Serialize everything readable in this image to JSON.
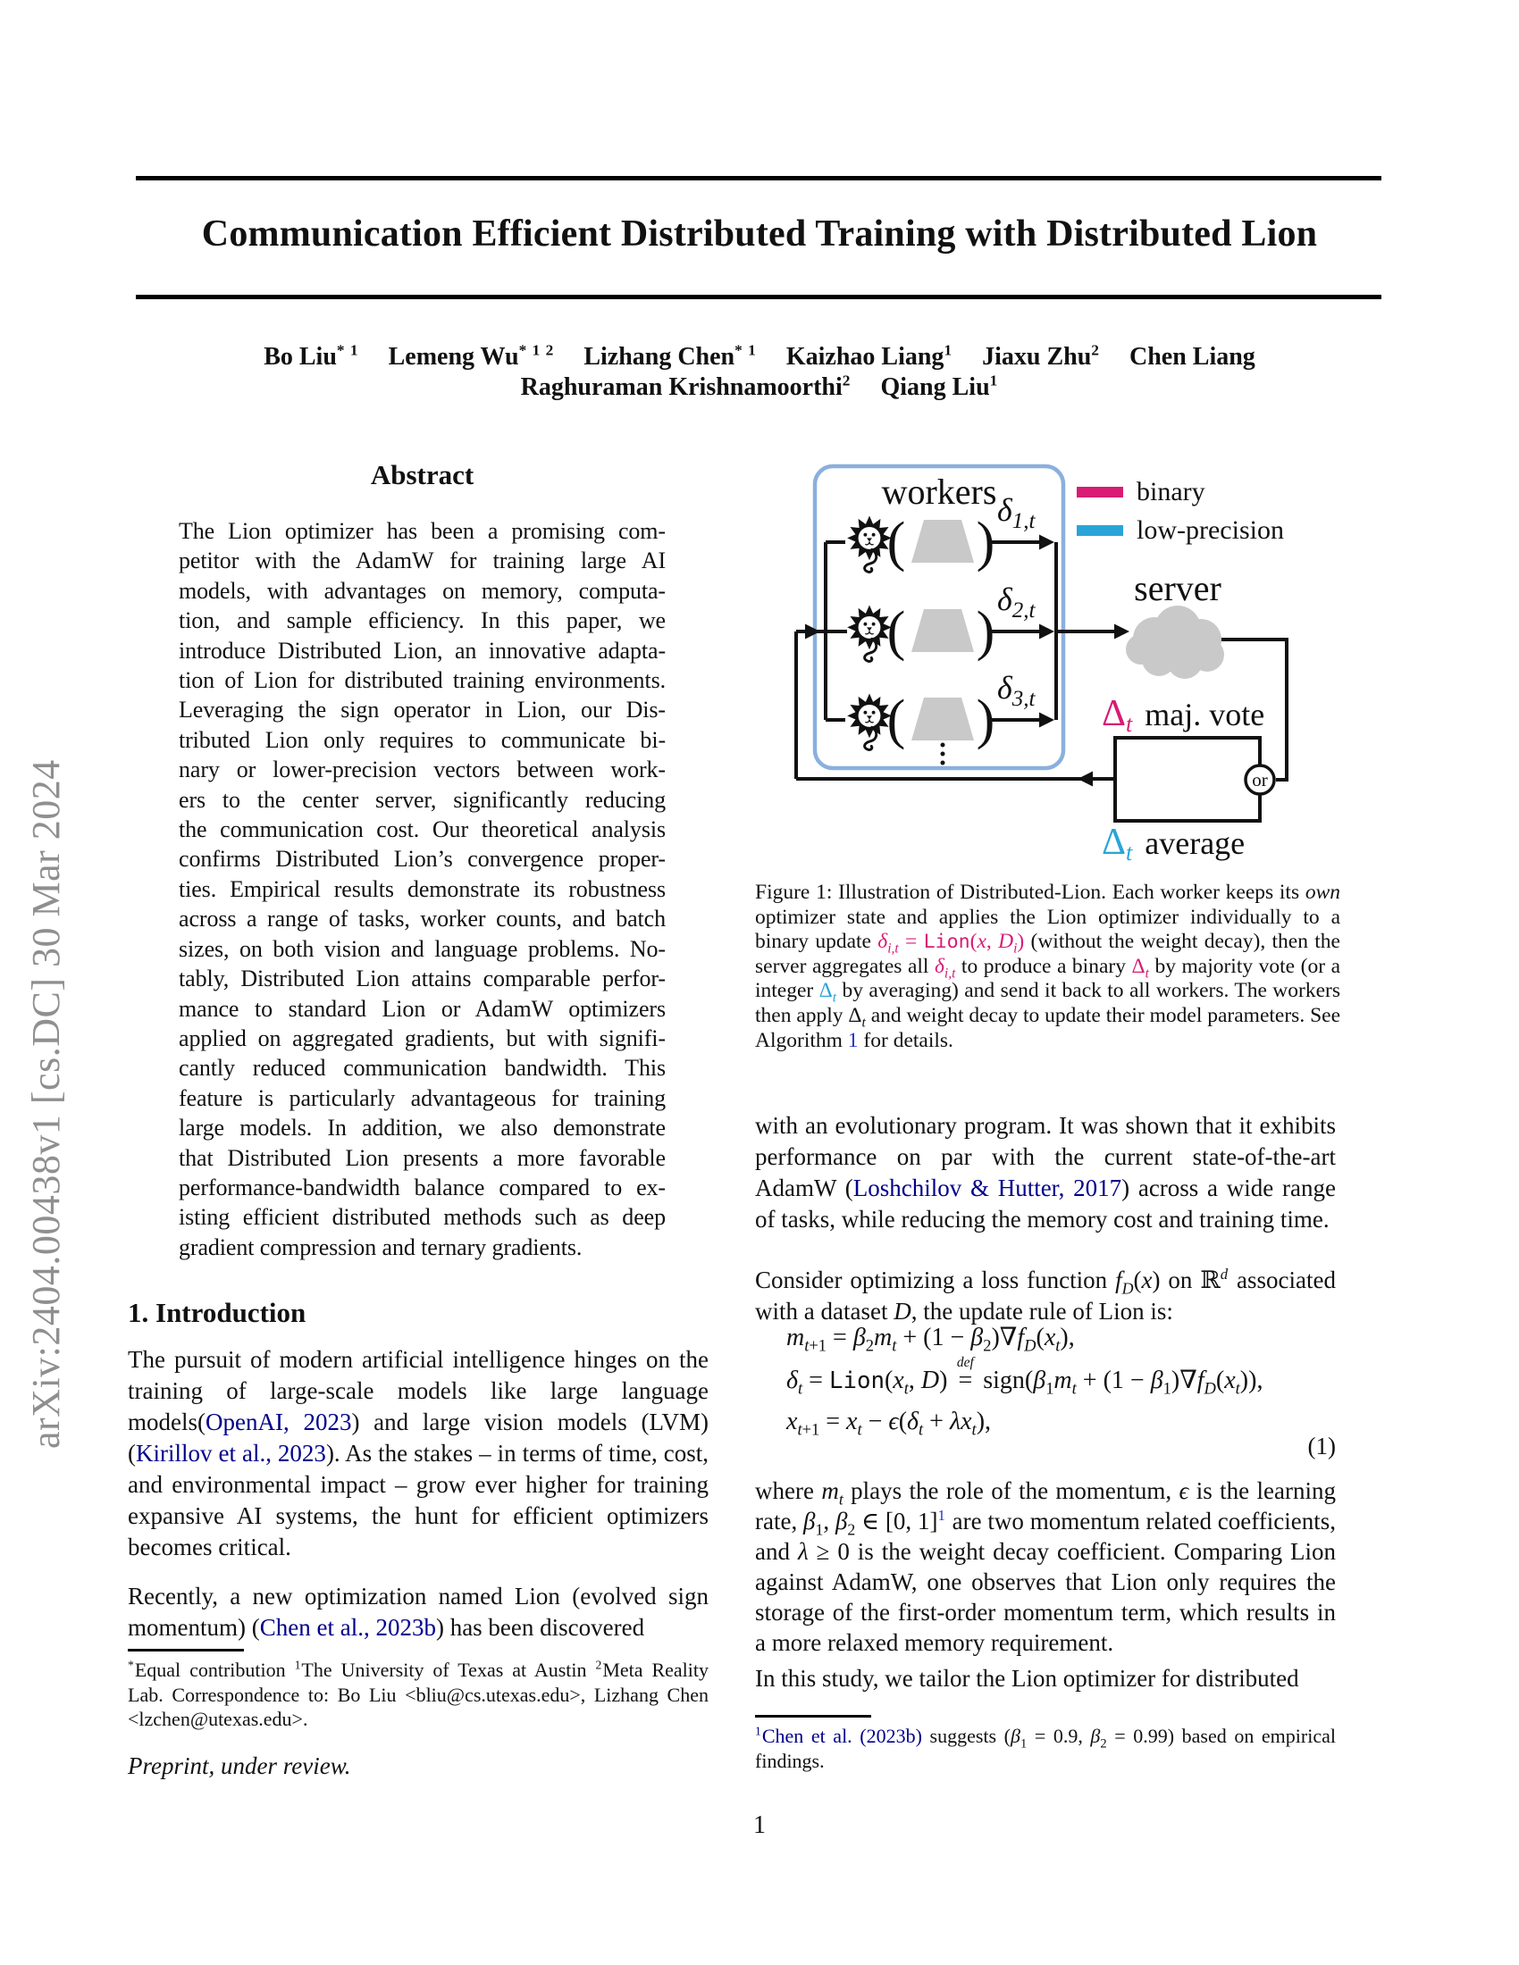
{
  "arxiv_sidebar": "arXiv:2404.00438v1  [cs.DC]  30 Mar 2024",
  "title": "Communication Efficient Distributed Training with Distributed Lion",
  "authors": [
    {
      "name": "Bo Liu",
      "sup": "* 1"
    },
    {
      "name": "Lemeng Wu",
      "sup": "* 1 2"
    },
    {
      "name": "Lizhang Chen",
      "sup": "* 1"
    },
    {
      "name": "Kaizhao Liang",
      "sup": "1"
    },
    {
      "name": "Jiaxu Zhu",
      "sup": "2"
    },
    {
      "name": "Chen Liang",
      "sup": ""
    },
    {
      "name": "Raghuraman Krishnamoorthi",
      "sup": "2"
    },
    {
      "name": "Qiang Liu",
      "sup": "1"
    }
  ],
  "abstract": {
    "heading": "Abstract",
    "lines": [
      "The Lion optimizer has been a promising com-",
      "petitor with the AdamW for training large AI",
      "models, with advantages on memory, computa-",
      "tion, and sample efficiency.  In this paper, we",
      "introduce Distributed Lion, an innovative adapta-",
      "tion of Lion for distributed training environments.",
      "Leveraging the sign operator in Lion, our Dis-",
      "tributed Lion only requires to communicate bi-",
      "nary or lower-precision vectors between work-",
      "ers to the center server, significantly reducing",
      "the communication cost. Our theoretical analysis",
      "confirms Distributed Lion’s convergence proper-",
      "ties. Empirical results demonstrate its robustness",
      "across a range of tasks, worker counts, and batch",
      "sizes, on both vision and language problems. No-",
      "tably, Distributed Lion attains comparable perfor-",
      "mance to standard Lion or AdamW optimizers",
      "applied on aggregated gradients, but with signifi-",
      "cantly reduced communication bandwidth. This",
      "feature is particularly advantageous for training",
      "large models.  In addition, we also demonstrate",
      "that Distributed Lion presents a more favorable",
      "performance-bandwidth balance compared to ex-",
      "isting efficient distributed methods such as deep",
      "gradient compression and ternary gradients."
    ]
  },
  "figure": {
    "workers_label": "workers",
    "server_label": "server",
    "or_label": "or",
    "legend": [
      {
        "label": "binary",
        "color": "#d81b74"
      },
      {
        "label": "low-precision",
        "color": "#29a4d9"
      }
    ],
    "deltas": [
      {
        "sym": "δ",
        "sub": "1,t"
      },
      {
        "sym": "δ",
        "sub": "2,t"
      },
      {
        "sym": "δ",
        "sub": "3,t"
      }
    ],
    "maj_vote": {
      "sym": "Δ",
      "sub": "t",
      "label": "maj. vote"
    },
    "average": {
      "sym": "Δ",
      "sub": "t",
      "label": "average"
    },
    "caption_html": "Figure 1: Illustration of Distributed-Lion. Each worker keeps its <i>own</i> optimizer state and applies the Lion optimizer individually to a binary update <span class=\"mag\"><i>δ<sub>i,t</sub></i> = <span class=\"tt\">Lion</span>(<i>x</i>, <i>D<sub>i</sub></i>)</span> (without the weight decay), then the server aggregates all <span class=\"mag\"><i>δ<sub>i,t</sub></i></span> to produce a binary <span class=\"mag\">Δ<i><sub>t</sub></i></span> by majority vote (or a integer <span class=\"cyan\">Δ<i><sub>t</sub></i></span> by averaging) and send it back to all workers. The workers then apply Δ<i><sub>t</sub></i> and weight decay to update their model parameters. See Algorithm <span class=\"ref\" data-name=\"algorithm-1-link\" data-interactable=\"true\">1</span> for details."
  },
  "introduction": {
    "heading": "1. Introduction",
    "para1_html": "The pursuit of modern artificial intelligence hinges on the training of large-scale models like large language models(<span class=\"cite\" data-name=\"citation-openai-2023\" data-interactable=\"true\">OpenAI, 2023</span>) and large vision models (LVM)(<span class=\"cite\" data-name=\"citation-kirillov-2023\" data-interactable=\"true\">Kirillov et al., 2023</span>).  As the stakes – in terms of time, cost, and environmental impact – grow ever higher for training expansive AI systems, the hunt for efficient optimizers becomes critical.",
    "para2_html": "Recently, a new optimization named Lion (evolved sign momentum) (<span class=\"cite\" data-name=\"citation-chen-2023b\" data-interactable=\"true\">Chen et al., 2023b</span>) has been discovered"
  },
  "right_column": {
    "para1_html": "with an evolutionary program.  It was shown that it exhibits performance on par with the current state-of-the-art AdamW (<span class=\"cite\" data-name=\"citation-loshchilov-hutter\" data-interactable=\"true\">Loshchilov &amp; Hutter, 2017</span>) across a wide range of tasks, while reducing the memory cost and training time.",
    "para2_html": "Consider optimizing a loss function <i>f</i><sub><i>D</i></sub>(<i>x</i>) on ℝ<sup><i>d</i></sup> associated with a dataset <i>D</i>, the update rule of Lion is:",
    "eq1_html": "<i>m</i><sub><i>t</i>+1</sub> = <i>β</i><sub>2</sub><i>m</i><sub><i>t</i></sub> + (1 − <i>β</i><sub>2</sub>)∇<i>f</i><sub><i>D</i></sub>(<i>x</i><sub><i>t</i></sub>),",
    "eq2_html": "<i>δ</i><sub><i>t</i></sub> = <span class=\"tt\">Lion</span>(<i>x</i><sub><i>t</i></sub>, <i>D</i>) <span class=\"defeq\"><span class=\"def\">def</span>=</span> sign(<i>β</i><sub>1</sub><i>m</i><sub><i>t</i></sub> + (1 − <i>β</i><sub>1</sub>)∇<i>f</i><sub><i>D</i></sub>(<i>x</i><sub><i>t</i></sub>)),",
    "eq3_html": "<i>x</i><sub><i>t</i>+1</sub> = <i>x</i><sub><i>t</i></sub> − <i>ϵ</i>(<i>δ</i><sub><i>t</i></sub> + <i>λ</i><i>x</i><sub><i>t</i></sub>),",
    "eq_number": "(1)",
    "para3_html": "where <i>m<sub>t</sub></i> plays the role of the momentum, <i>ϵ</i> is the learning rate, <i>β</i><sub>1</sub>, <i>β</i><sub>2</sub> ∈ [0, 1]<sup class=\"ref\" data-name=\"footnote-1-marker\" data-interactable=\"true\">1</sup> are two momentum related coefficients, and <i>λ</i> ≥ 0 is the weight decay coefficient. Comparing Lion against AdamW, one observes that Lion only requires the storage of the first-order momentum term, which results in a more relaxed memory requirement.",
    "para4": "In this study, we tailor the Lion optimizer for distributed",
    "footnote_html": "<sup class=\"cite\">1</sup><span class=\"cite\" data-name=\"citation-chen-2023b-footnote\" data-interactable=\"true\">Chen et al. (2023b)</span> suggests (<i>β</i><sub>1</sub> = 0.9, <i>β</i><sub>2</sub> = 0.99) based on empirical findings."
  },
  "footnotes": {
    "left_html": "<sup>*</sup>Equal contribution  <sup>1</sup>The University of Texas at Austin <sup>2</sup>Meta Reality Lab. Correspondence to: Bo Liu &lt;bliu@cs.utexas.edu&gt;, Lizhang Chen &lt;lzchen@utexas.edu&gt;.",
    "preprint": "Preprint, under review."
  },
  "page_number": "1",
  "colors": {
    "binary_magenta": "#d81b74",
    "low_precision_cyan": "#29a4d9",
    "citation_navy": "#00008b",
    "internal_ref_blue": "#2233cc",
    "workers_box_blue": "#8ab0dd",
    "model_gray": "#c9c9c9",
    "sidebar_gray": "#8f8f8f"
  }
}
